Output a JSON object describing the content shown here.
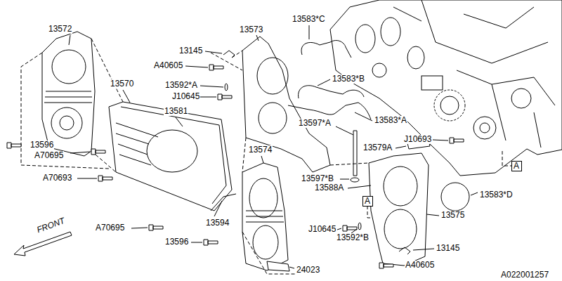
{
  "diagram": {
    "nodes": [
      {
        "text": [
          "A"
        ]
      },
      {
        "text": [
          "A"
        ]
      }
    ],
    "labels": [
      "13572",
      "13145",
      "A40605",
      "13592*A",
      "J10645",
      "13583*C",
      "13573",
      "13583*B",
      "13583*A",
      "13570",
      "13581",
      "13597*A",
      "J10693",
      "13596",
      "A70695",
      "13579A",
      "A70693",
      "13597*B",
      "13588A",
      "13574",
      "13583*D",
      "FRONT",
      "13594",
      "J10645",
      "13575",
      "A70695",
      "13592*B",
      "13596",
      "13145",
      "A40605",
      "24023",
      "A022001257"
    ]
  }
}
